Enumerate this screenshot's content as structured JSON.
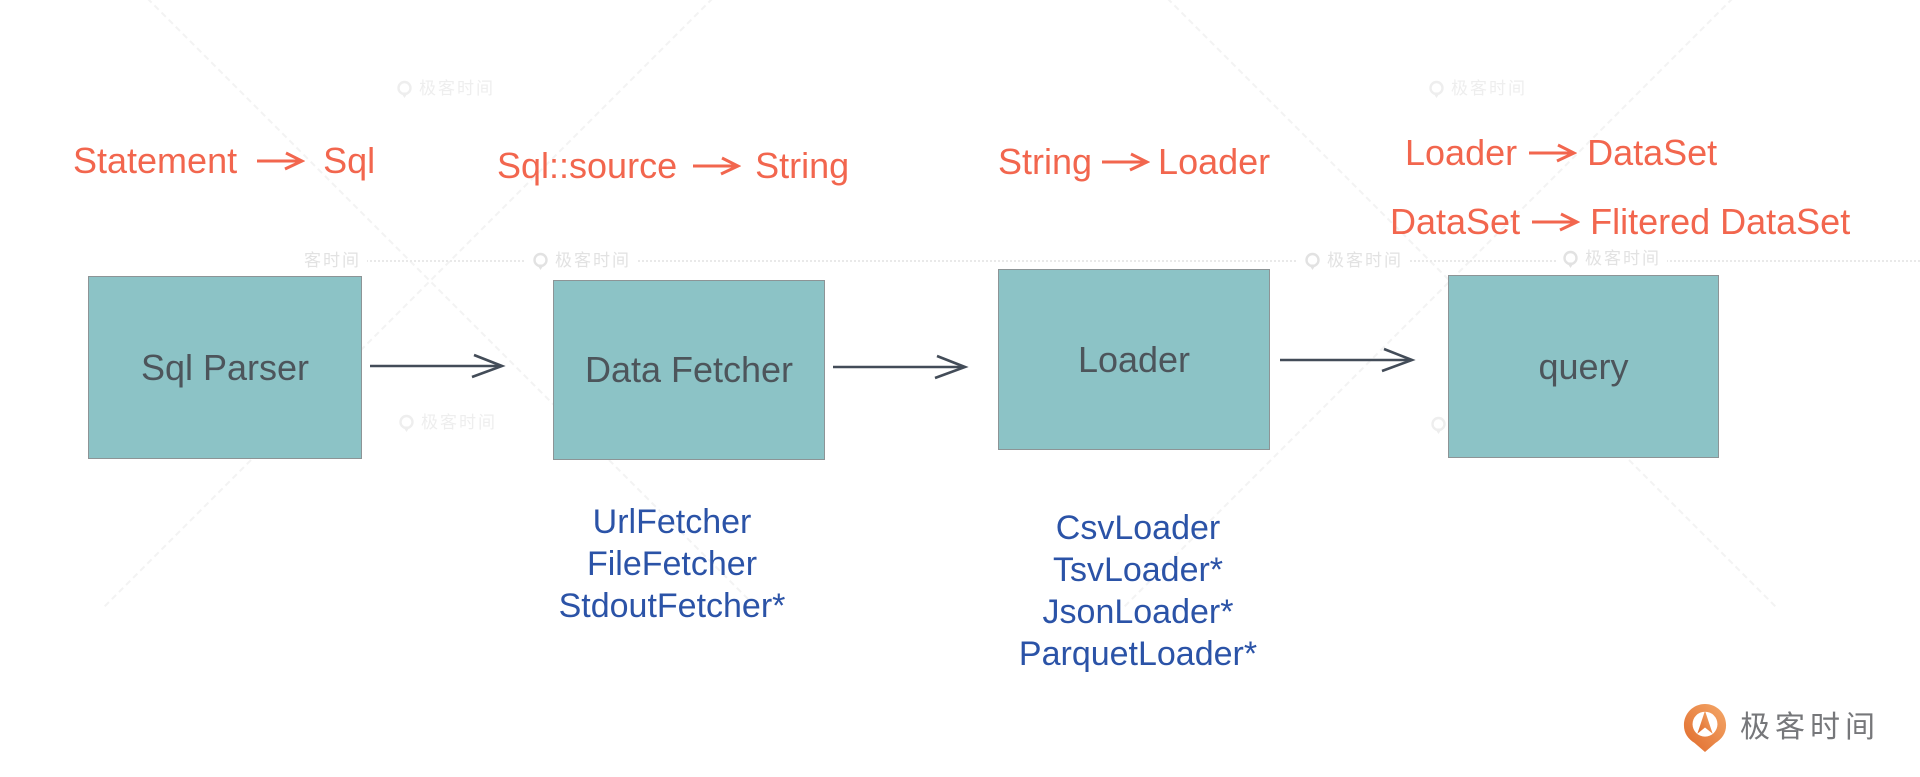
{
  "type_annotations": [
    {
      "from": "Statement",
      "to": "Sql"
    },
    {
      "from": "Sql::source",
      "to": "String"
    },
    {
      "from": "String",
      "to": "Loader"
    },
    {
      "from": "Loader",
      "to": "DataSet"
    },
    {
      "from": "DataSet",
      "to": "Flitered DataSet"
    }
  ],
  "nodes": [
    {
      "label": "Sql Parser"
    },
    {
      "label": "Data Fetcher"
    },
    {
      "label": "Loader"
    },
    {
      "label": "query"
    }
  ],
  "fetcher_implementations": [
    "UrlFetcher",
    "FileFetcher",
    "StdoutFetcher*"
  ],
  "loader_implementations": [
    "CsvLoader",
    "TsvLoader*",
    "JsonLoader*",
    "ParquetLoader*"
  ],
  "watermark": {
    "brand_text": "极客时间",
    "partial_text": "客时间"
  },
  "brand": {
    "name": "极客时间"
  },
  "colors": {
    "annotation": "#f2664e",
    "implementation": "#2b53a7",
    "node_fill": "#8cc3c6",
    "node_border": "#8d9496",
    "node_text": "#4d555b",
    "connector": "#434c58",
    "watermark": "#e2e2e2",
    "brand_text": "#76777a",
    "brand_orange": "#ec8141"
  }
}
